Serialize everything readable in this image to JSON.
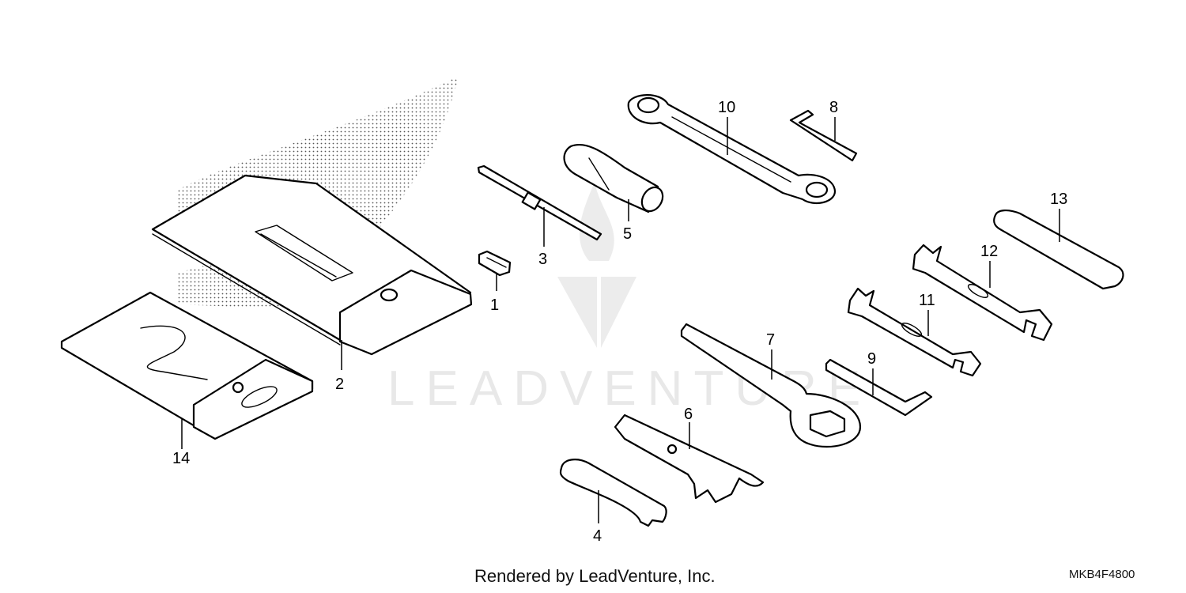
{
  "watermark": {
    "text": "LEADVENTURE"
  },
  "callouts": [
    {
      "id": "1",
      "label": "1"
    },
    {
      "id": "2",
      "label": "2"
    },
    {
      "id": "3",
      "label": "3"
    },
    {
      "id": "4",
      "label": "4"
    },
    {
      "id": "5",
      "label": "5"
    },
    {
      "id": "6",
      "label": "6"
    },
    {
      "id": "7",
      "label": "7"
    },
    {
      "id": "8",
      "label": "8"
    },
    {
      "id": "9",
      "label": "9"
    },
    {
      "id": "10",
      "label": "10"
    },
    {
      "id": "11",
      "label": "11"
    },
    {
      "id": "12",
      "label": "12"
    },
    {
      "id": "13",
      "label": "13"
    },
    {
      "id": "14",
      "label": "14"
    }
  ],
  "footer": {
    "credit": "Rendered by LeadVenture, Inc.",
    "diagram_code": "MKB4F4800"
  }
}
